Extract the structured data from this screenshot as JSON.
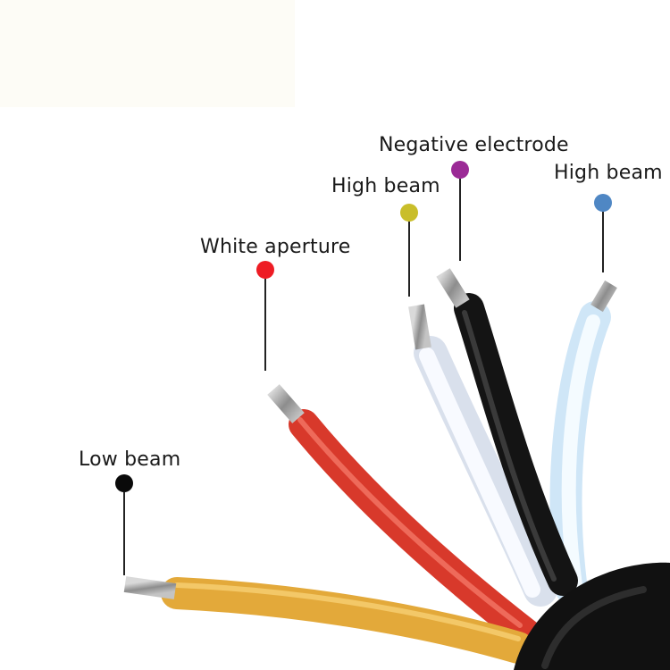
{
  "labels": {
    "negative_electrode": "Negative electrode",
    "high_beam_1": "High beam",
    "high_beam_2": "High beam",
    "white_aperture": "White aperture",
    "low_beam": "Low beam"
  },
  "dot_colors": {
    "negative_electrode": "#9b2a96",
    "high_beam_1": "#c9be2a",
    "high_beam_2": "#4f87c4",
    "white_aperture": "#ee1c24",
    "low_beam": "#0a0a0a"
  },
  "wire_colors": {
    "yellow": "#e3a93a",
    "red": "#d8392b",
    "white": "#eef3fb",
    "black": "#141414",
    "light_blue": "#dff0fb",
    "jacket": "#111111",
    "copper_tip": "#a7a7a7"
  }
}
